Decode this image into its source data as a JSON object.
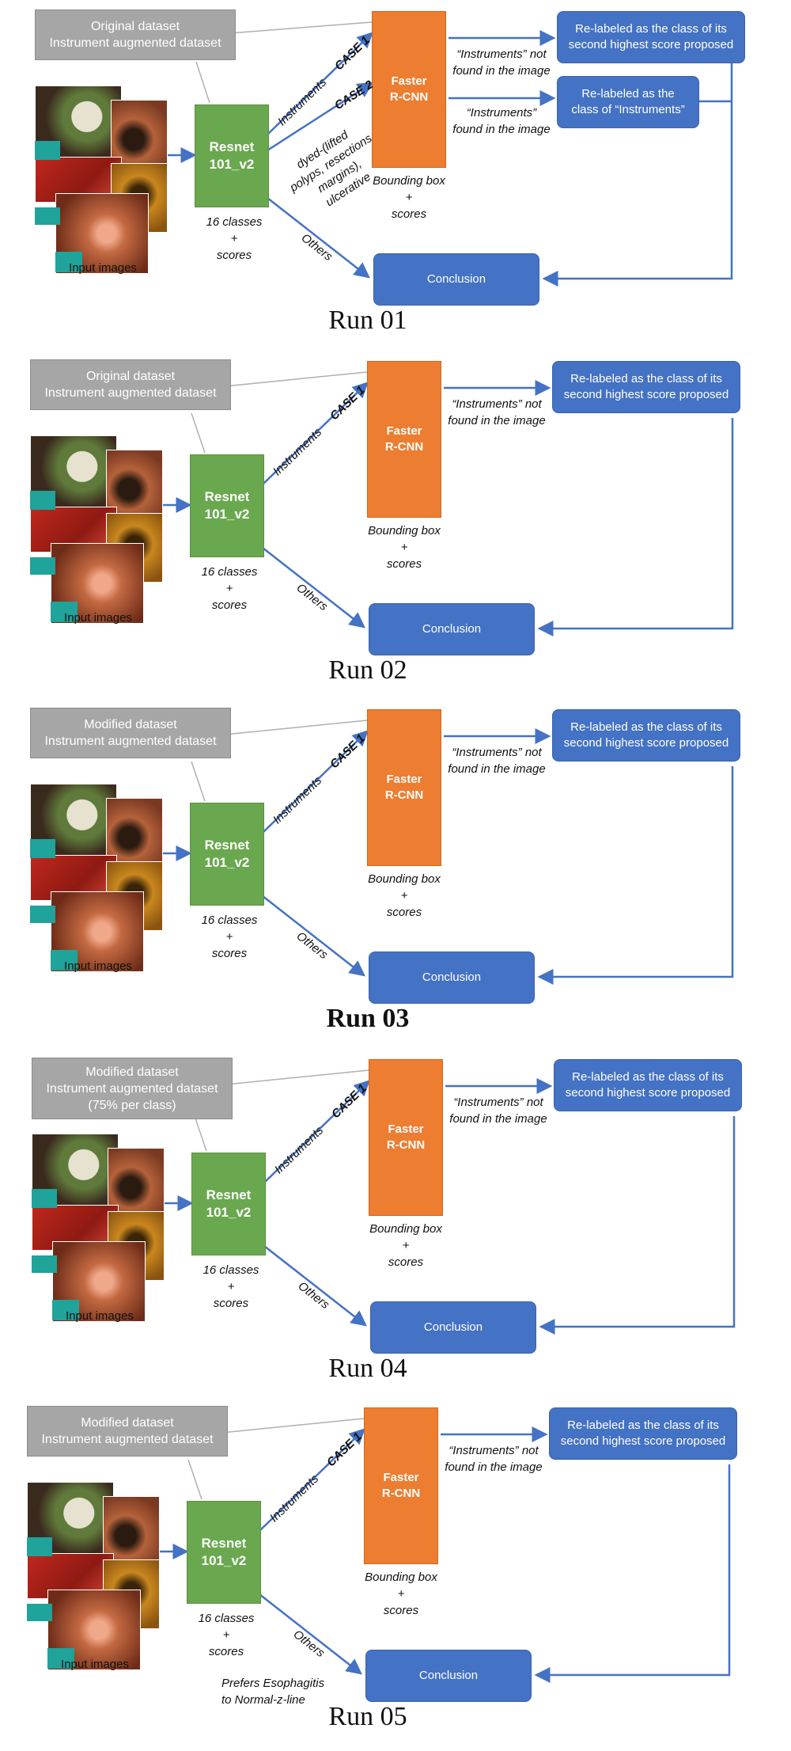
{
  "runs": [
    {
      "title": "Run 01",
      "title_bold": false,
      "dataset_lines": [
        "Original dataset",
        "Instrument augmented dataset"
      ],
      "classifier_lines": [
        "Resnet",
        "101_v2"
      ],
      "classifier_note": [
        "16 classes",
        "+",
        "scores"
      ],
      "input_label": "Input images",
      "detector_lines": [
        "Faster",
        "R-CNN"
      ],
      "detector_note": [
        "Bounding box",
        "+",
        "scores"
      ],
      "branch_instruments": "Instruments",
      "branch_others": "Others",
      "case1_label": "CASE 1",
      "case2_label": "CASE 2",
      "case2_branch_lines": [
        "dyed-(lifted",
        "polyps, resections",
        "margins),",
        "ulcerative"
      ],
      "not_found_lines": [
        "“Instruments” not",
        "found in the image"
      ],
      "found_lines": [
        "“Instruments”",
        "found in the image"
      ],
      "relabel_second_lines": [
        "Re-labeled as the class of its",
        "second highest score proposed"
      ],
      "relabel_instr_lines": [
        "Re-labeled as the",
        "class of “Instruments”"
      ],
      "conclusion": "Conclusion",
      "extra_note": []
    },
    {
      "title": "Run 02",
      "title_bold": false,
      "dataset_lines": [
        "Original dataset",
        "Instrument augmented dataset"
      ],
      "classifier_lines": [
        "Resnet",
        "101_v2"
      ],
      "classifier_note": [
        "16 classes",
        "+",
        "scores"
      ],
      "input_label": "Input images",
      "detector_lines": [
        "Faster",
        "R-CNN"
      ],
      "detector_note": [
        "Bounding box",
        "+",
        "scores"
      ],
      "branch_instruments": "Instruments",
      "branch_others": "Others",
      "case1_label": "CASE 1",
      "not_found_lines": [
        "“Instruments” not",
        "found in the image"
      ],
      "relabel_second_lines": [
        "Re-labeled as the class of its",
        "second highest score proposed"
      ],
      "conclusion": "Conclusion",
      "extra_note": []
    },
    {
      "title": "Run 03",
      "title_bold": true,
      "dataset_lines": [
        "Modified dataset",
        "Instrument augmented dataset"
      ],
      "classifier_lines": [
        "Resnet",
        "101_v2"
      ],
      "classifier_note": [
        "16 classes",
        "+",
        "scores"
      ],
      "input_label": "Input images",
      "detector_lines": [
        "Faster",
        "R-CNN"
      ],
      "detector_note": [
        "Bounding box",
        "+",
        "scores"
      ],
      "branch_instruments": "Instruments",
      "branch_others": "Others",
      "case1_label": "CASE 1",
      "not_found_lines": [
        "“Instruments” not",
        "found in the image"
      ],
      "relabel_second_lines": [
        "Re-labeled as the class of its",
        "second highest score proposed"
      ],
      "conclusion": "Conclusion",
      "extra_note": []
    },
    {
      "title": "Run 04",
      "title_bold": false,
      "dataset_lines": [
        "Modified dataset",
        "Instrument augmented dataset",
        "(75% per class)"
      ],
      "classifier_lines": [
        "Resnet",
        "101_v2"
      ],
      "classifier_note": [
        "16 classes",
        "+",
        "scores"
      ],
      "input_label": "Input images",
      "detector_lines": [
        "Faster",
        "R-CNN"
      ],
      "detector_note": [
        "Bounding box",
        "+",
        "scores"
      ],
      "branch_instruments": "Instruments",
      "branch_others": "Others",
      "case1_label": "CASE 1",
      "not_found_lines": [
        "“Instruments” not",
        "found in the image"
      ],
      "relabel_second_lines": [
        "Re-labeled as the class of its",
        "second highest score proposed"
      ],
      "conclusion": "Conclusion",
      "extra_note": []
    },
    {
      "title": "Run 05",
      "title_bold": false,
      "dataset_lines": [
        "Modified dataset",
        "Instrument augmented dataset"
      ],
      "classifier_lines": [
        "Resnet",
        "101_v2"
      ],
      "classifier_note": [
        "16 classes",
        "+",
        "scores"
      ],
      "input_label": "Input images",
      "detector_lines": [
        "Faster",
        "R-CNN"
      ],
      "detector_note": [
        "Bounding box",
        "+",
        "scores"
      ],
      "branch_instruments": "Instruments",
      "branch_others": "Others",
      "case1_label": "CASE 1",
      "not_found_lines": [
        "“Instruments” not",
        "found in the image"
      ],
      "relabel_second_lines": [
        "Re-labeled as the class of its",
        "second highest score proposed"
      ],
      "conclusion": "Conclusion",
      "extra_note": [
        "Prefers Esophagitis",
        "to Normal-z-line"
      ]
    }
  ],
  "colors": {
    "dataset_box": "#a6a6a6",
    "classifier_box": "#6aa84f",
    "detector_box": "#ed7d31",
    "result_box": "#4472c4",
    "arrow": "#4472c4",
    "connector": "#b0b0b0"
  }
}
